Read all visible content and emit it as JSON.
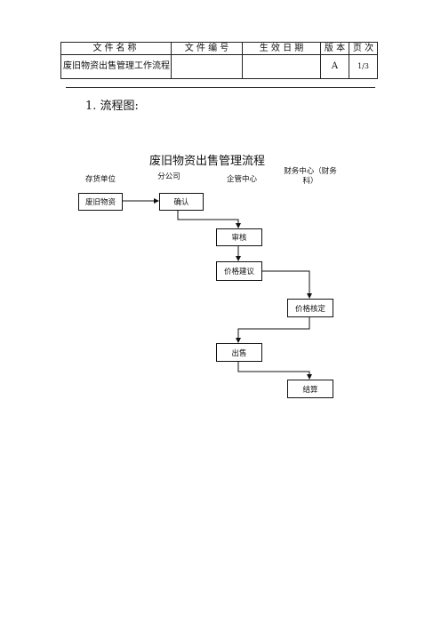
{
  "header": {
    "col_file_name": "文件名称",
    "col_file_no": "文 件 编 号",
    "col_effective_date": "生 效 日 期",
    "col_version": "版 本",
    "col_page": "页 次",
    "file_name": "废旧物资出售管理工作流程",
    "file_no": "",
    "effective_date": "",
    "version": "A",
    "page": "1/3"
  },
  "section_heading": "1. 流程图:",
  "flowchart": {
    "title": "废旧物资出售管理流程",
    "lanes": [
      "存货单位",
      "分公司",
      "企管中心",
      "财务中心（财务科）"
    ],
    "steps": [
      "废旧物资",
      "确认",
      "审核",
      "价格建议",
      "价格核定",
      "出售",
      "结算"
    ]
  }
}
